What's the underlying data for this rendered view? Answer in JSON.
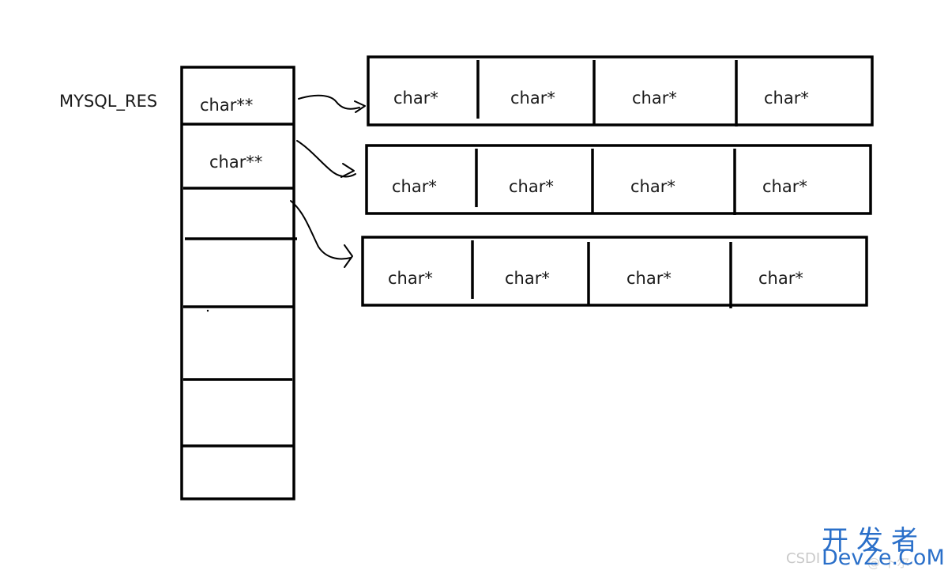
{
  "diagram": {
    "struct_label": "MYSQL_RES",
    "pointer_cells": [
      "char**",
      "char**",
      "",
      "",
      "",
      "",
      ""
    ],
    "rows": [
      [
        "char*",
        "char*",
        "char*",
        "char*"
      ],
      [
        "char*",
        "char*",
        "char*",
        "char*"
      ],
      [
        "char*",
        "char*",
        "char*",
        "char*"
      ]
    ],
    "stroke_color": "#000000",
    "text_color": "#1a1a1a"
  },
  "watermark": {
    "cn": "开发者",
    "en": "DevZe.CoM",
    "csdn": "CSDI",
    "tail": "@ 卜尔"
  }
}
